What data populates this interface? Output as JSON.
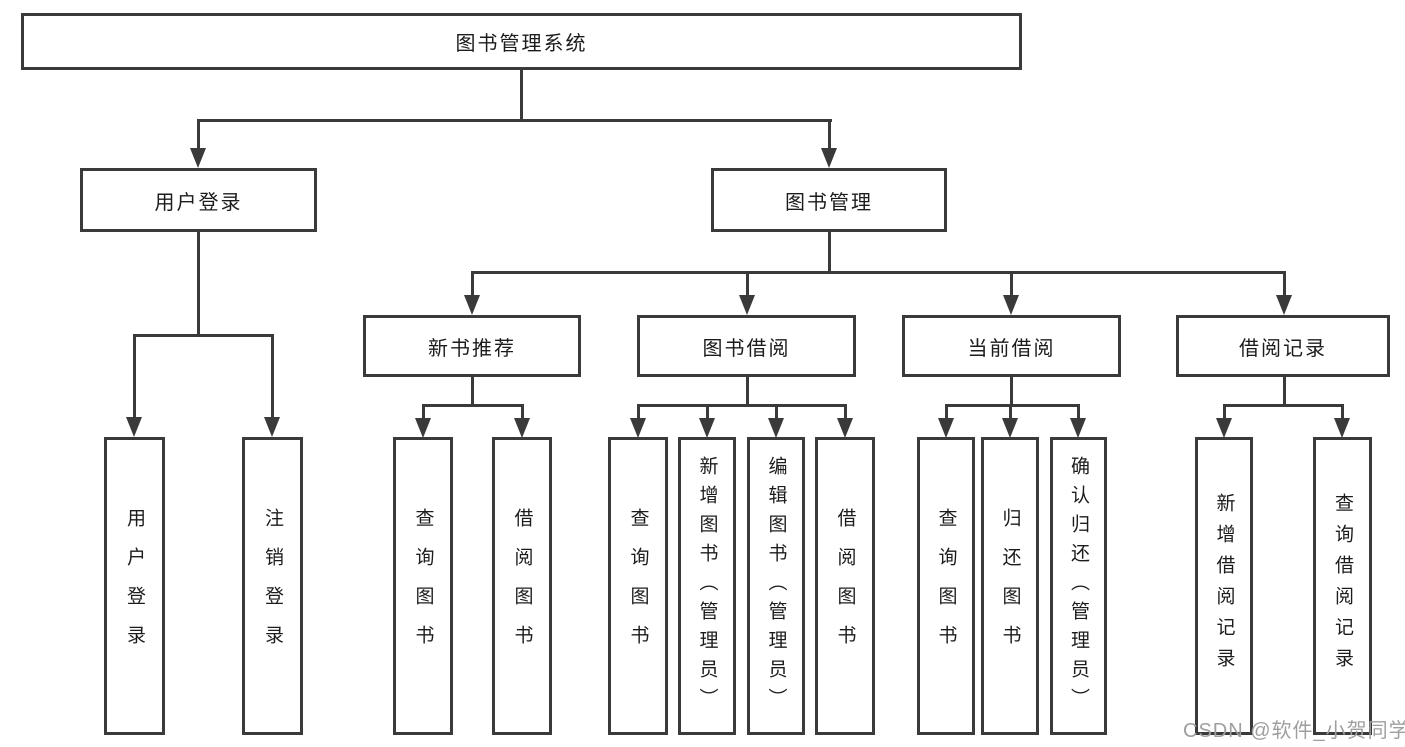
{
  "diagram": {
    "type": "hierarchy-tree",
    "watermark": "CSDN @软件_小贺同学",
    "colors": {
      "line": "#3a3a3a",
      "text": "#1c1c1c",
      "background": "#ffffff",
      "watermark": "#9f9f9f"
    },
    "tree": {
      "label": "图书管理系统",
      "children": [
        {
          "label": "用户登录",
          "children": [
            {
              "label": "用户登录"
            },
            {
              "label": "注销登录"
            }
          ]
        },
        {
          "label": "图书管理",
          "children": [
            {
              "label": "新书推荐",
              "children": [
                {
                  "label": "查询图书"
                },
                {
                  "label": "借阅图书"
                }
              ]
            },
            {
              "label": "图书借阅",
              "children": [
                {
                  "label": "查询图书"
                },
                {
                  "label": "新增图书（管理员）"
                },
                {
                  "label": "编辑图书（管理员）"
                },
                {
                  "label": "借阅图书"
                }
              ]
            },
            {
              "label": "当前借阅",
              "children": [
                {
                  "label": "查询图书"
                },
                {
                  "label": "归还图书"
                },
                {
                  "label": "确认归还（管理员）"
                }
              ]
            },
            {
              "label": "借阅记录",
              "children": [
                {
                  "label": "新增借阅记录"
                },
                {
                  "label": "查询借阅记录"
                }
              ]
            }
          ]
        }
      ]
    }
  }
}
